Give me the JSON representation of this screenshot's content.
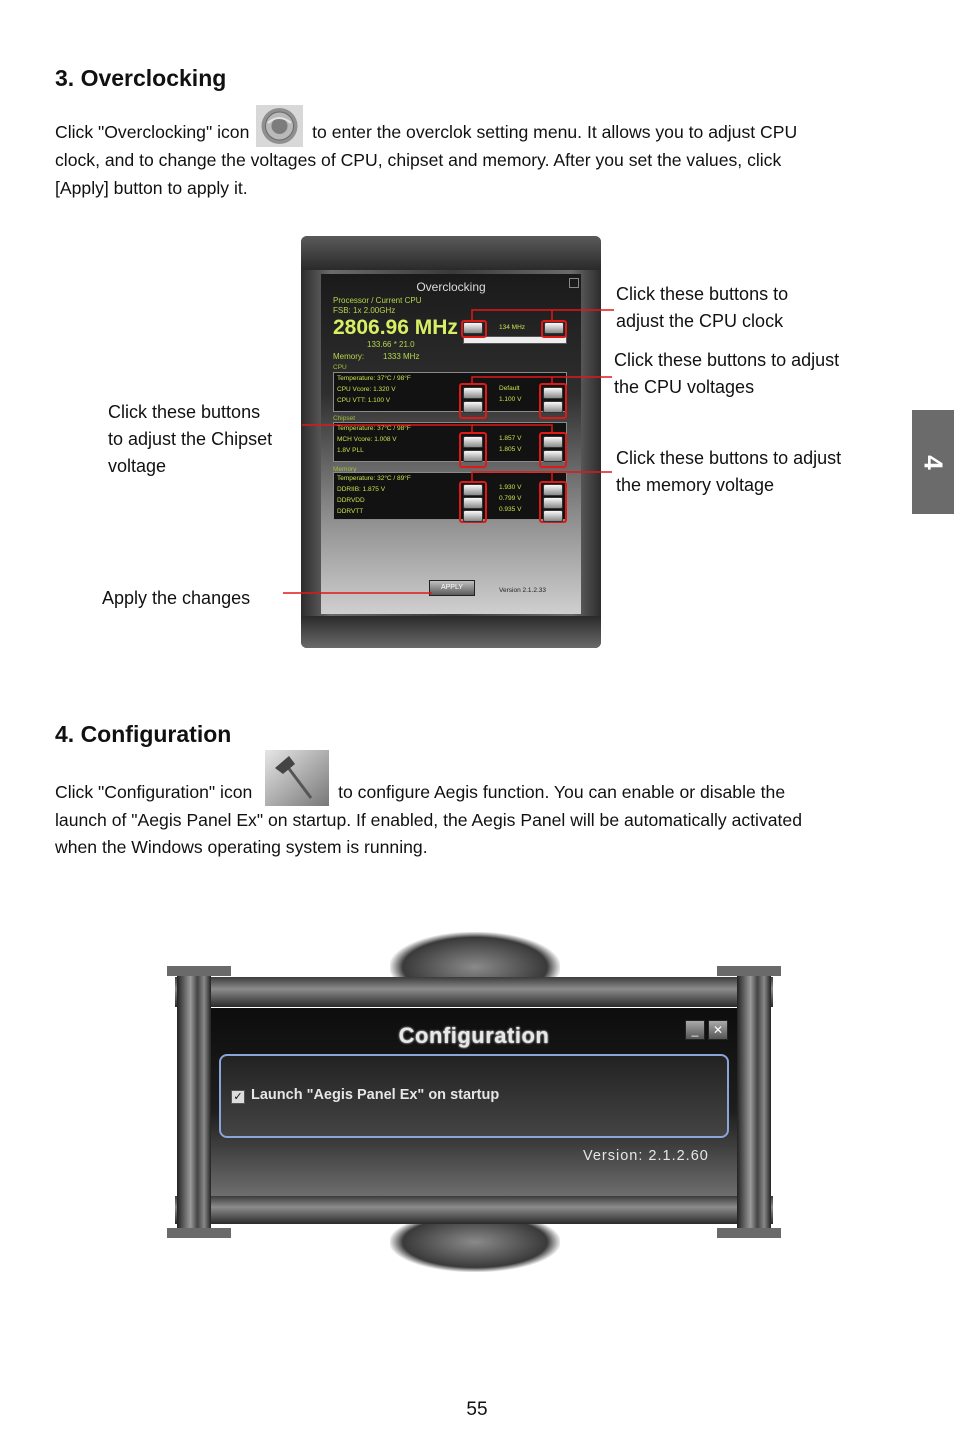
{
  "section3": {
    "heading": "3. Overclocking",
    "text_before_icon": "Click \"Overclocking\" icon",
    "text_after_icon": "to enter the overclok setting menu. It allows you to adjust CPU",
    "line2": "clock, and to change the voltages of CPU, chipset and memory. After you set the values, click",
    "line3": "[Apply] button to apply it."
  },
  "callouts": {
    "cpu_clock": [
      "Click these buttons to",
      "adjust the CPU clock"
    ],
    "cpu_voltage": [
      "Click these buttons to adjust",
      "the CPU voltages"
    ],
    "chipset": [
      "Click these buttons",
      "to adjust the Chipset",
      "voltage"
    ],
    "memory": [
      "Click these buttons to adjust",
      "the memory voltage"
    ],
    "apply": "Apply the changes"
  },
  "overclocking_window": {
    "title": "Overclocking",
    "freq_label": "Processor / Current CPU",
    "freq_sub": "FSB: 1x 2.00GHz",
    "freq_value": "2806.96 MHz",
    "ratio": "133.66 * 21.0",
    "memory_label": "Memory:",
    "memory_value": "1333 MHz",
    "clock_value": "134 MHz",
    "sections": [
      {
        "name": "CPU",
        "temp": "Temperature: 37°C / 98°F",
        "rows": [
          "CPU Vcore: 1.320 V",
          "CPU VTT: 1.100 V"
        ],
        "values": [
          "Default",
          "1.100 V"
        ]
      },
      {
        "name": "Chipset",
        "temp": "Temperature: 37°C / 98°F",
        "rows": [
          "MCH Vcore: 1.008 V",
          "1.8V PLL"
        ],
        "values": [
          "1.857 V",
          "1.805 V"
        ]
      },
      {
        "name": "Memory",
        "temp": "Temperature: 32°C / 89°F",
        "rows": [
          "DDRIIB: 1.875 V",
          "DDRVDD",
          "DDRVTT"
        ],
        "values": [
          "1.930 V",
          "0.799 V",
          "0.935 V"
        ]
      }
    ],
    "apply_label": "APPLY",
    "version": "Version 2.1.2.33"
  },
  "section4": {
    "heading": "4. Configuration",
    "text_before_icon": "Click \"Configuration\" icon",
    "text_after_icon": "to configure Aegis function. You can enable or disable the",
    "line2": "launch of \"Aegis Panel Ex\" on startup. If enabled, the Aegis Panel will be automatically activated",
    "line3": "when the Windows operating system is running."
  },
  "configuration_window": {
    "title": "Configuration",
    "checkbox_label": "Launch \"Aegis Panel Ex\" on startup",
    "checkbox_checked": "✓",
    "minimize": "_",
    "close": "✕",
    "version": "Version: 2.1.2.60"
  },
  "side_tab": "4",
  "page_number": "55",
  "colors": {
    "callout_line": "#e01818",
    "side_tab": "#6b6b6b",
    "lcd_text": "#cbe34e"
  }
}
